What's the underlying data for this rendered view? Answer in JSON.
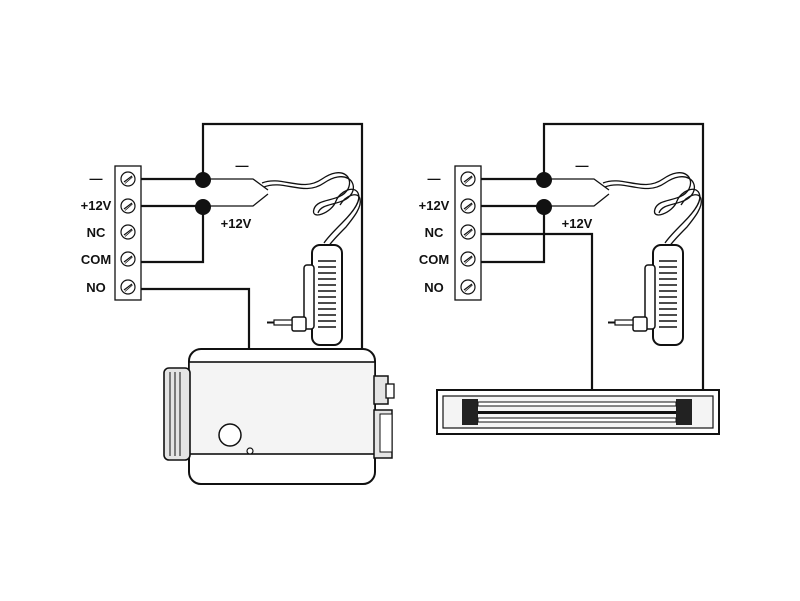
{
  "diagrams": [
    {
      "terminal_labels": [
        "—",
        "+12V",
        "NC",
        "COM",
        "NO"
      ],
      "adapter_neg_label": "—",
      "adapter_pos_label": "+12V",
      "device": "electric-lock-icon"
    },
    {
      "terminal_labels": [
        "—",
        "+12V",
        "NC",
        "COM",
        "NO"
      ],
      "adapter_neg_label": "—",
      "adapter_pos_label": "+12V",
      "device": "magnetic-lock-icon"
    }
  ],
  "colors": {
    "line": "#111111",
    "fill_light": "#f2f2f2",
    "fill_mid": "#d8d8d8"
  }
}
